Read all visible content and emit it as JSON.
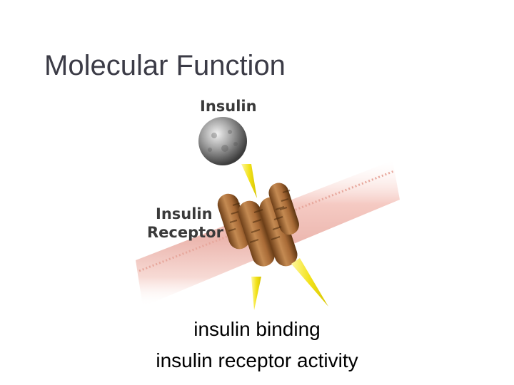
{
  "slide": {
    "title": "Molecular Function",
    "captions": [
      "insulin binding",
      "insulin receptor activity"
    ]
  },
  "illustration": {
    "labels": {
      "insulin": "Insulin",
      "receptor_line1": "Insulin",
      "receptor_line2": "Receptor"
    },
    "colors": {
      "title": "#3b3b46",
      "membrane": "#f2c9c2",
      "insulin_sphere": "#8f8f8f",
      "receptor": "#a86a36",
      "signal": "#f2e21a",
      "label": "#3a3a3a"
    }
  }
}
